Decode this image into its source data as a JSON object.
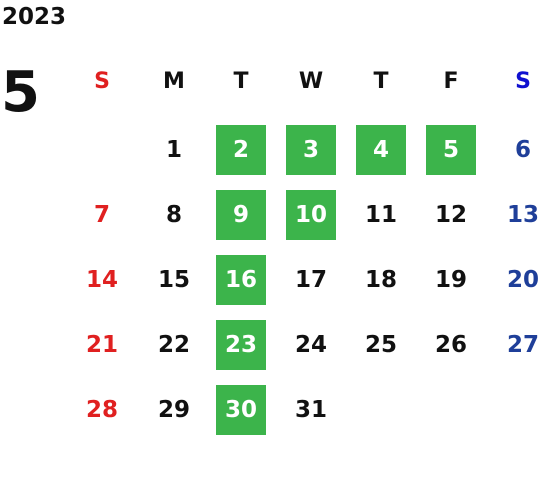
{
  "calendar": {
    "year": "2023",
    "month": "5",
    "weekdays": [
      "S",
      "M",
      "T",
      "W",
      "T",
      "F",
      "S"
    ],
    "first_weekday_index": 1,
    "days_in_month": 31,
    "highlighted_days": [
      2,
      3,
      4,
      5,
      9,
      10,
      16,
      23,
      30
    ],
    "colors": {
      "default": "#111111",
      "sunday": "#e02020",
      "saturday_header": "#1010d0",
      "saturday": "#1f3f99",
      "highlight_bg": "#3cb44b",
      "highlight_text": "#ffffff"
    }
  }
}
